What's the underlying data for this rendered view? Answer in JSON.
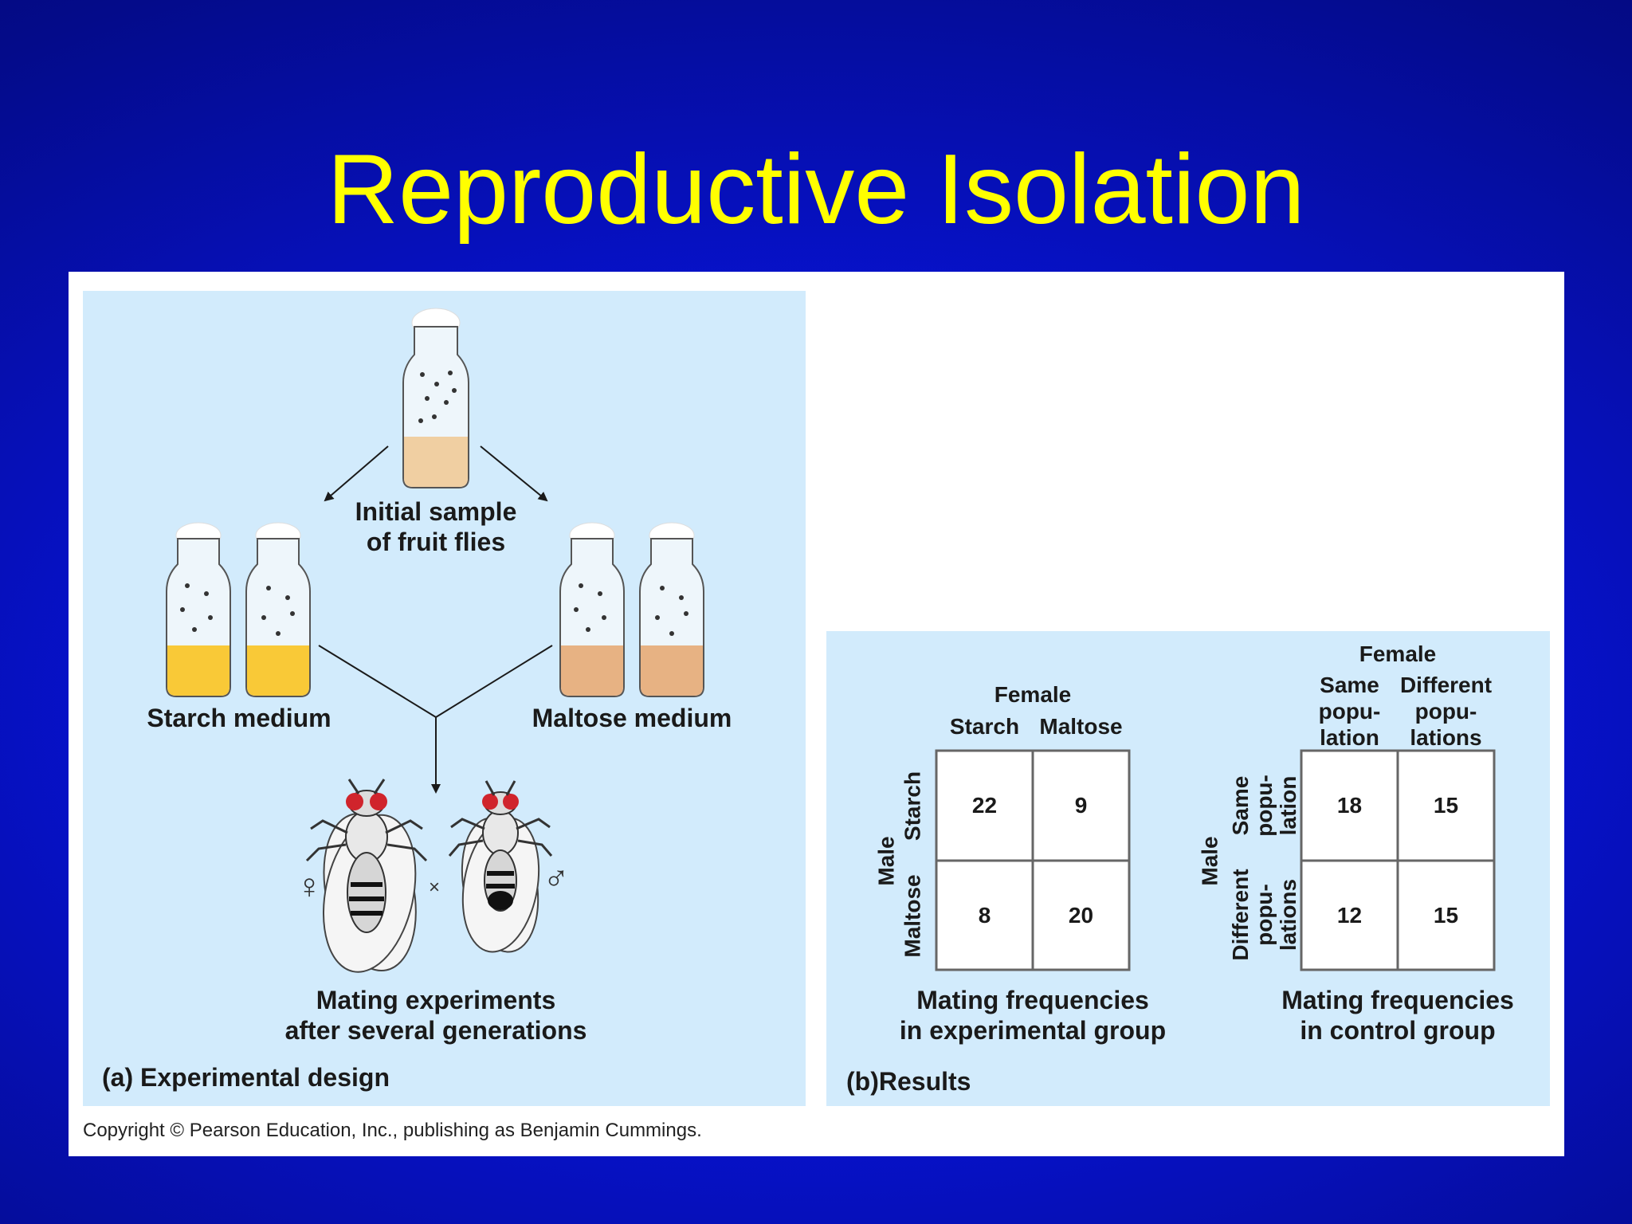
{
  "slide": {
    "title": "Reproductive Isolation"
  },
  "panel_a": {
    "initial_sample": [
      "Initial sample",
      "of fruit flies"
    ],
    "starch_medium": "Starch medium",
    "maltose_medium": "Maltose medium",
    "mating_caption": [
      "Mating experiments",
      "after several generations"
    ],
    "female_symbol": "♀",
    "cross_symbol": "×",
    "male_symbol": "♂",
    "panel_letter": "(a)",
    "panel_label": "Experimental design"
  },
  "panel_b": {
    "experimental": {
      "female_header": "Female",
      "col_headers": [
        "Starch",
        "Maltose"
      ],
      "male_header": "Male",
      "row_headers": [
        "Starch",
        "Maltose"
      ],
      "values": [
        [
          "22",
          "9"
        ],
        [
          "8",
          "20"
        ]
      ],
      "caption": [
        "Mating frequencies",
        "in experimental group"
      ]
    },
    "control": {
      "female_header": "Female",
      "col_headers": [
        [
          "Same",
          "popu-",
          "lation"
        ],
        [
          "Different",
          "popu-",
          "lations"
        ]
      ],
      "male_header": "Male",
      "row_headers": [
        [
          "Same",
          "popu-",
          "lation"
        ],
        [
          "Different",
          "popu-",
          "lations"
        ]
      ],
      "values": [
        [
          "18",
          "15"
        ],
        [
          "12",
          "15"
        ]
      ],
      "caption": [
        "Mating frequencies",
        "in control group"
      ]
    },
    "panel_letter": "(b)",
    "panel_label": "Results"
  },
  "copyright": "Copyright © Pearson Education, Inc., publishing as Benjamin Cummings.",
  "colors": {
    "title": "#ffff00",
    "panel_bg": "#d2ebfc",
    "starch_medium": "#f9c937",
    "maltose_medium": "#e7b283",
    "initial_medium": "#f0cfa2",
    "fly_eye": "#d0242c"
  }
}
